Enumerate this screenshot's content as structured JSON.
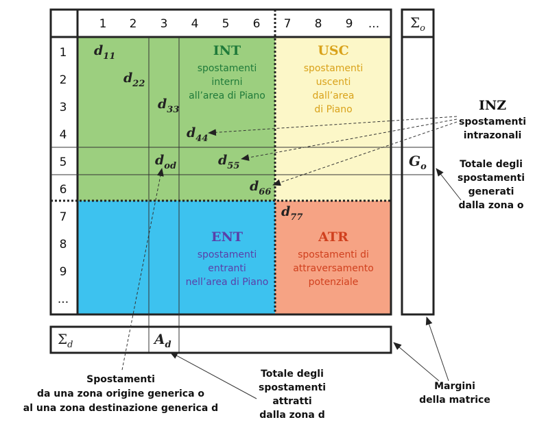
{
  "col_headers": [
    "1",
    "2",
    "3",
    "4",
    "5",
    "6",
    "7",
    "8",
    "9",
    "..."
  ],
  "row_headers": [
    "1",
    "2",
    "3",
    "4",
    "5",
    "6",
    "7",
    "8",
    "9",
    "..."
  ],
  "diagonal": [
    {
      "base": "d",
      "sub": "11"
    },
    {
      "base": "d",
      "sub": "22"
    },
    {
      "base": "d",
      "sub": "33"
    },
    {
      "base": "d",
      "sub": "44"
    },
    {
      "base": "d",
      "sub": "55"
    },
    {
      "base": "d",
      "sub": "66"
    },
    {
      "base": "d",
      "sub": "77"
    }
  ],
  "d_od": {
    "base": "d",
    "sub": "od"
  },
  "quadrants": {
    "int": {
      "title": "INT",
      "lines": [
        "spostamenti",
        "interni",
        "all’area di Piano"
      ],
      "color": "#9ccf7f",
      "text_color": "#1f7a3a"
    },
    "usc": {
      "title": "USC",
      "lines": [
        "spostamenti",
        "uscenti",
        "dall’area",
        "di Piano"
      ],
      "color": "#fcf7c8",
      "text_color": "#d9a21a"
    },
    "ent": {
      "title": "ENT",
      "lines": [
        "spostamenti",
        "entranti",
        "nell’area di Piano"
      ],
      "color": "#3dc2ef",
      "text_color": "#5a3fa8"
    },
    "atr": {
      "title": "ATR",
      "lines": [
        "spostamenti di",
        "attraversamento",
        "potenziale"
      ],
      "color": "#f6a384",
      "text_color": "#d0401e"
    }
  },
  "sigma_o": {
    "base": "Σ",
    "sub": "o"
  },
  "g_o": {
    "base": "G",
    "sub": "o"
  },
  "sigma_d": {
    "base": "Σ",
    "sub": "d"
  },
  "a_d": {
    "base": "A",
    "sub": "d"
  },
  "inz": {
    "title": "INZ",
    "lines": [
      "spostamenti",
      "intrazonali"
    ]
  },
  "note_generati": [
    "Totale degli",
    "spostamenti",
    "generati",
    "dalla zona o"
  ],
  "note_od": [
    "Spostamenti",
    "da una zona origine generica o",
    "al una zona destinazione generica d"
  ],
  "note_attratti": [
    "Totale degli",
    "spostamenti",
    "attratti",
    "dalla zona d"
  ],
  "note_margini": [
    "Margini",
    "della matrice"
  ]
}
